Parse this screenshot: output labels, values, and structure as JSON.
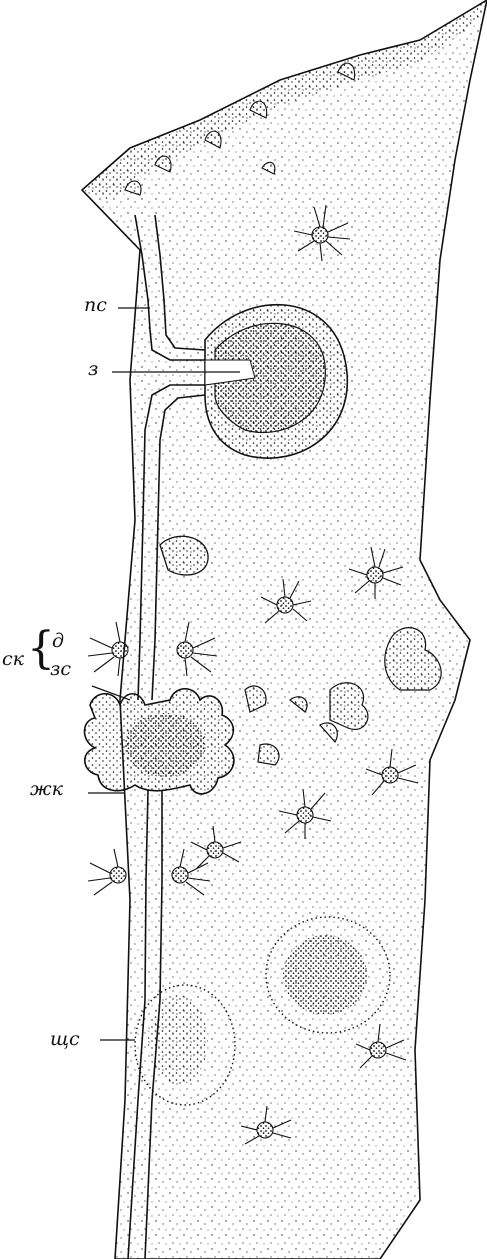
{
  "labels": {
    "ps": "пс",
    "z": "з",
    "sk": "ск",
    "d": "д",
    "zs": "зс",
    "zhk": "жк",
    "shchs": "щс"
  },
  "colors": {
    "ink": "#111111",
    "paper": "#ffffff"
  }
}
